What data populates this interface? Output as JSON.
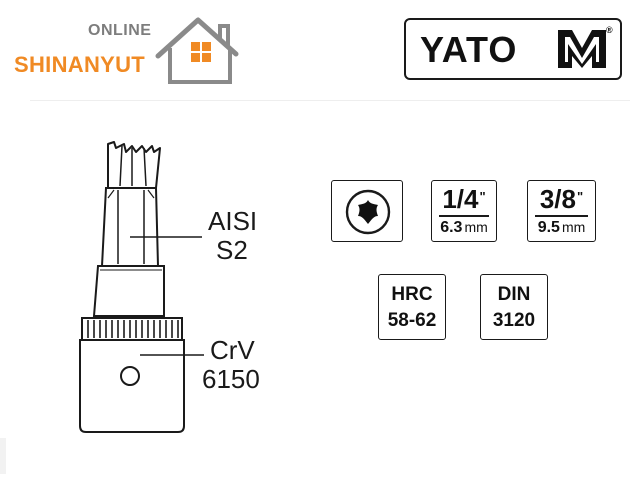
{
  "store": {
    "online": "ONLINE",
    "name": "SHINANYUT"
  },
  "brand": {
    "name": "YATO",
    "registered": "®"
  },
  "tool": {
    "material_top": {
      "line1": "AISI",
      "line2": "S2"
    },
    "material_bottom": {
      "line1": "CrV",
      "line2": "6150"
    }
  },
  "specs": {
    "drive_small": {
      "fraction": "1/4",
      "inch_mark": "\"",
      "mm": "6.3",
      "unit": "mm"
    },
    "drive_large": {
      "fraction": "3/8",
      "inch_mark": "\"",
      "mm": "9.5",
      "unit": "mm"
    },
    "hardness": {
      "line1": "HRC",
      "line2": "58-62"
    },
    "standard": {
      "line1": "DIN",
      "line2": "3120"
    }
  },
  "icons": {
    "torx": "torx-star-icon",
    "house": "house-icon",
    "yato_mark": "yato-logo-mark-icon"
  },
  "colors": {
    "store_orange": "#f08a24",
    "store_gray": "#7d7d7d",
    "ink": "#111111"
  }
}
